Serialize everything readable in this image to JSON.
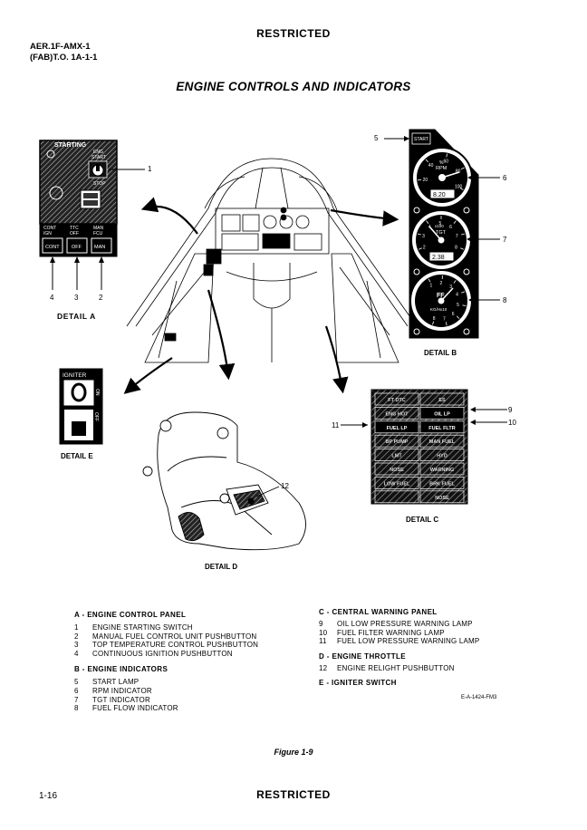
{
  "header": {
    "classification": "RESTRICTED",
    "doc_id_line1": "AER.1F-AMX-1",
    "doc_id_line2": "(FAB)T.O. 1A-1-1"
  },
  "title": "ENGINE CONTROLS AND INDICATORS",
  "detail_a": {
    "label": "DETAIL A",
    "panel_title": "STARTING",
    "switch_top": "ENG",
    "switch_top2": "START",
    "switch_bottom": "STOP",
    "buttons": [
      {
        "top": "CONT",
        "top2": "IGN",
        "face": "CONT"
      },
      {
        "top": "TTC",
        "top2": "OFF",
        "face": "OFF"
      },
      {
        "top": "MAN",
        "top2": "FCU",
        "face": "MAN"
      }
    ],
    "callouts": [
      "1",
      "4",
      "3",
      "2"
    ]
  },
  "detail_b": {
    "label": "DETAIL B",
    "start_lamp": "START",
    "rpm": {
      "label": "RPM",
      "unit": "%",
      "readout": "8.20",
      "scale": [
        "0",
        "20",
        "40",
        "60",
        "80",
        "100"
      ]
    },
    "tgt": {
      "label": "TGT",
      "unit": "x100",
      "readout": "2.38",
      "scale": [
        "1",
        "2",
        "3",
        "4",
        "5",
        "6",
        "7",
        "8",
        "9"
      ]
    },
    "ff": {
      "label": "FF",
      "unit": "KG/Hx10",
      "scale": [
        "1",
        "2",
        "3",
        "4",
        "5",
        "6",
        "7",
        "8"
      ]
    },
    "callouts": [
      "5",
      "6",
      "7",
      "8"
    ]
  },
  "detail_c": {
    "label": "DETAIL C",
    "lamps": [
      [
        "FT DTC",
        "ES"
      ],
      [
        "ENG HOT",
        "OIL LP"
      ],
      [
        "FUEL LP",
        "FUEL FLTR"
      ],
      [
        "BP PUMP",
        "MAN FUEL"
      ],
      [
        "LMT",
        "HYD"
      ],
      [
        "NOSE",
        "WARNING"
      ],
      [
        "LOW FUEL",
        "BRK FUEL"
      ],
      [
        "",
        "NOSE"
      ]
    ],
    "callouts": [
      "9",
      "10",
      "11"
    ]
  },
  "detail_d": {
    "label": "DETAIL D",
    "callout": "12"
  },
  "detail_e": {
    "label": "DETAIL E",
    "panel_title": "IGNITER",
    "on": "ON",
    "off": "OFF"
  },
  "legend": {
    "col1": [
      {
        "heading": "A - ENGINE CONTROL PANEL",
        "items": [
          {
            "n": "1",
            "text": "ENGINE STARTING SWITCH"
          },
          {
            "n": "2",
            "text": "MANUAL FUEL CONTROL UNIT PUSHBUTTON"
          },
          {
            "n": "3",
            "text": "TOP TEMPERATURE CONTROL PUSHBUTTON"
          },
          {
            "n": "4",
            "text": "CONTINUOUS IGNITION PUSHBUTTON"
          }
        ]
      },
      {
        "heading": "B - ENGINE INDICATORS",
        "items": [
          {
            "n": "5",
            "text": "START LAMP"
          },
          {
            "n": "6",
            "text": "RPM INDICATOR"
          },
          {
            "n": "7",
            "text": "TGT INDICATOR"
          },
          {
            "n": "8",
            "text": "FUEL FLOW INDICATOR"
          }
        ]
      }
    ],
    "col2": [
      {
        "heading": "C - CENTRAL WARNING PANEL",
        "items": [
          {
            "n": "9",
            "text": "OIL LOW PRESSURE WARNING LAMP"
          },
          {
            "n": "10",
            "text": "FUEL FILTER WARNING LAMP"
          },
          {
            "n": "11",
            "text": "FUEL LOW PRESSURE WARNING LAMP"
          }
        ]
      },
      {
        "heading": "D - ENGINE THROTTLE",
        "items": [
          {
            "n": "12",
            "text": "ENGINE RELIGHT PUSHBUTTON"
          }
        ]
      },
      {
        "heading": "E - IGNITER SWITCH",
        "items": []
      }
    ]
  },
  "drawing_code": "E-A-1424-FM3",
  "figure": "Figure 1-9",
  "footer": {
    "page": "1-16",
    "classification": "RESTRICTED"
  }
}
